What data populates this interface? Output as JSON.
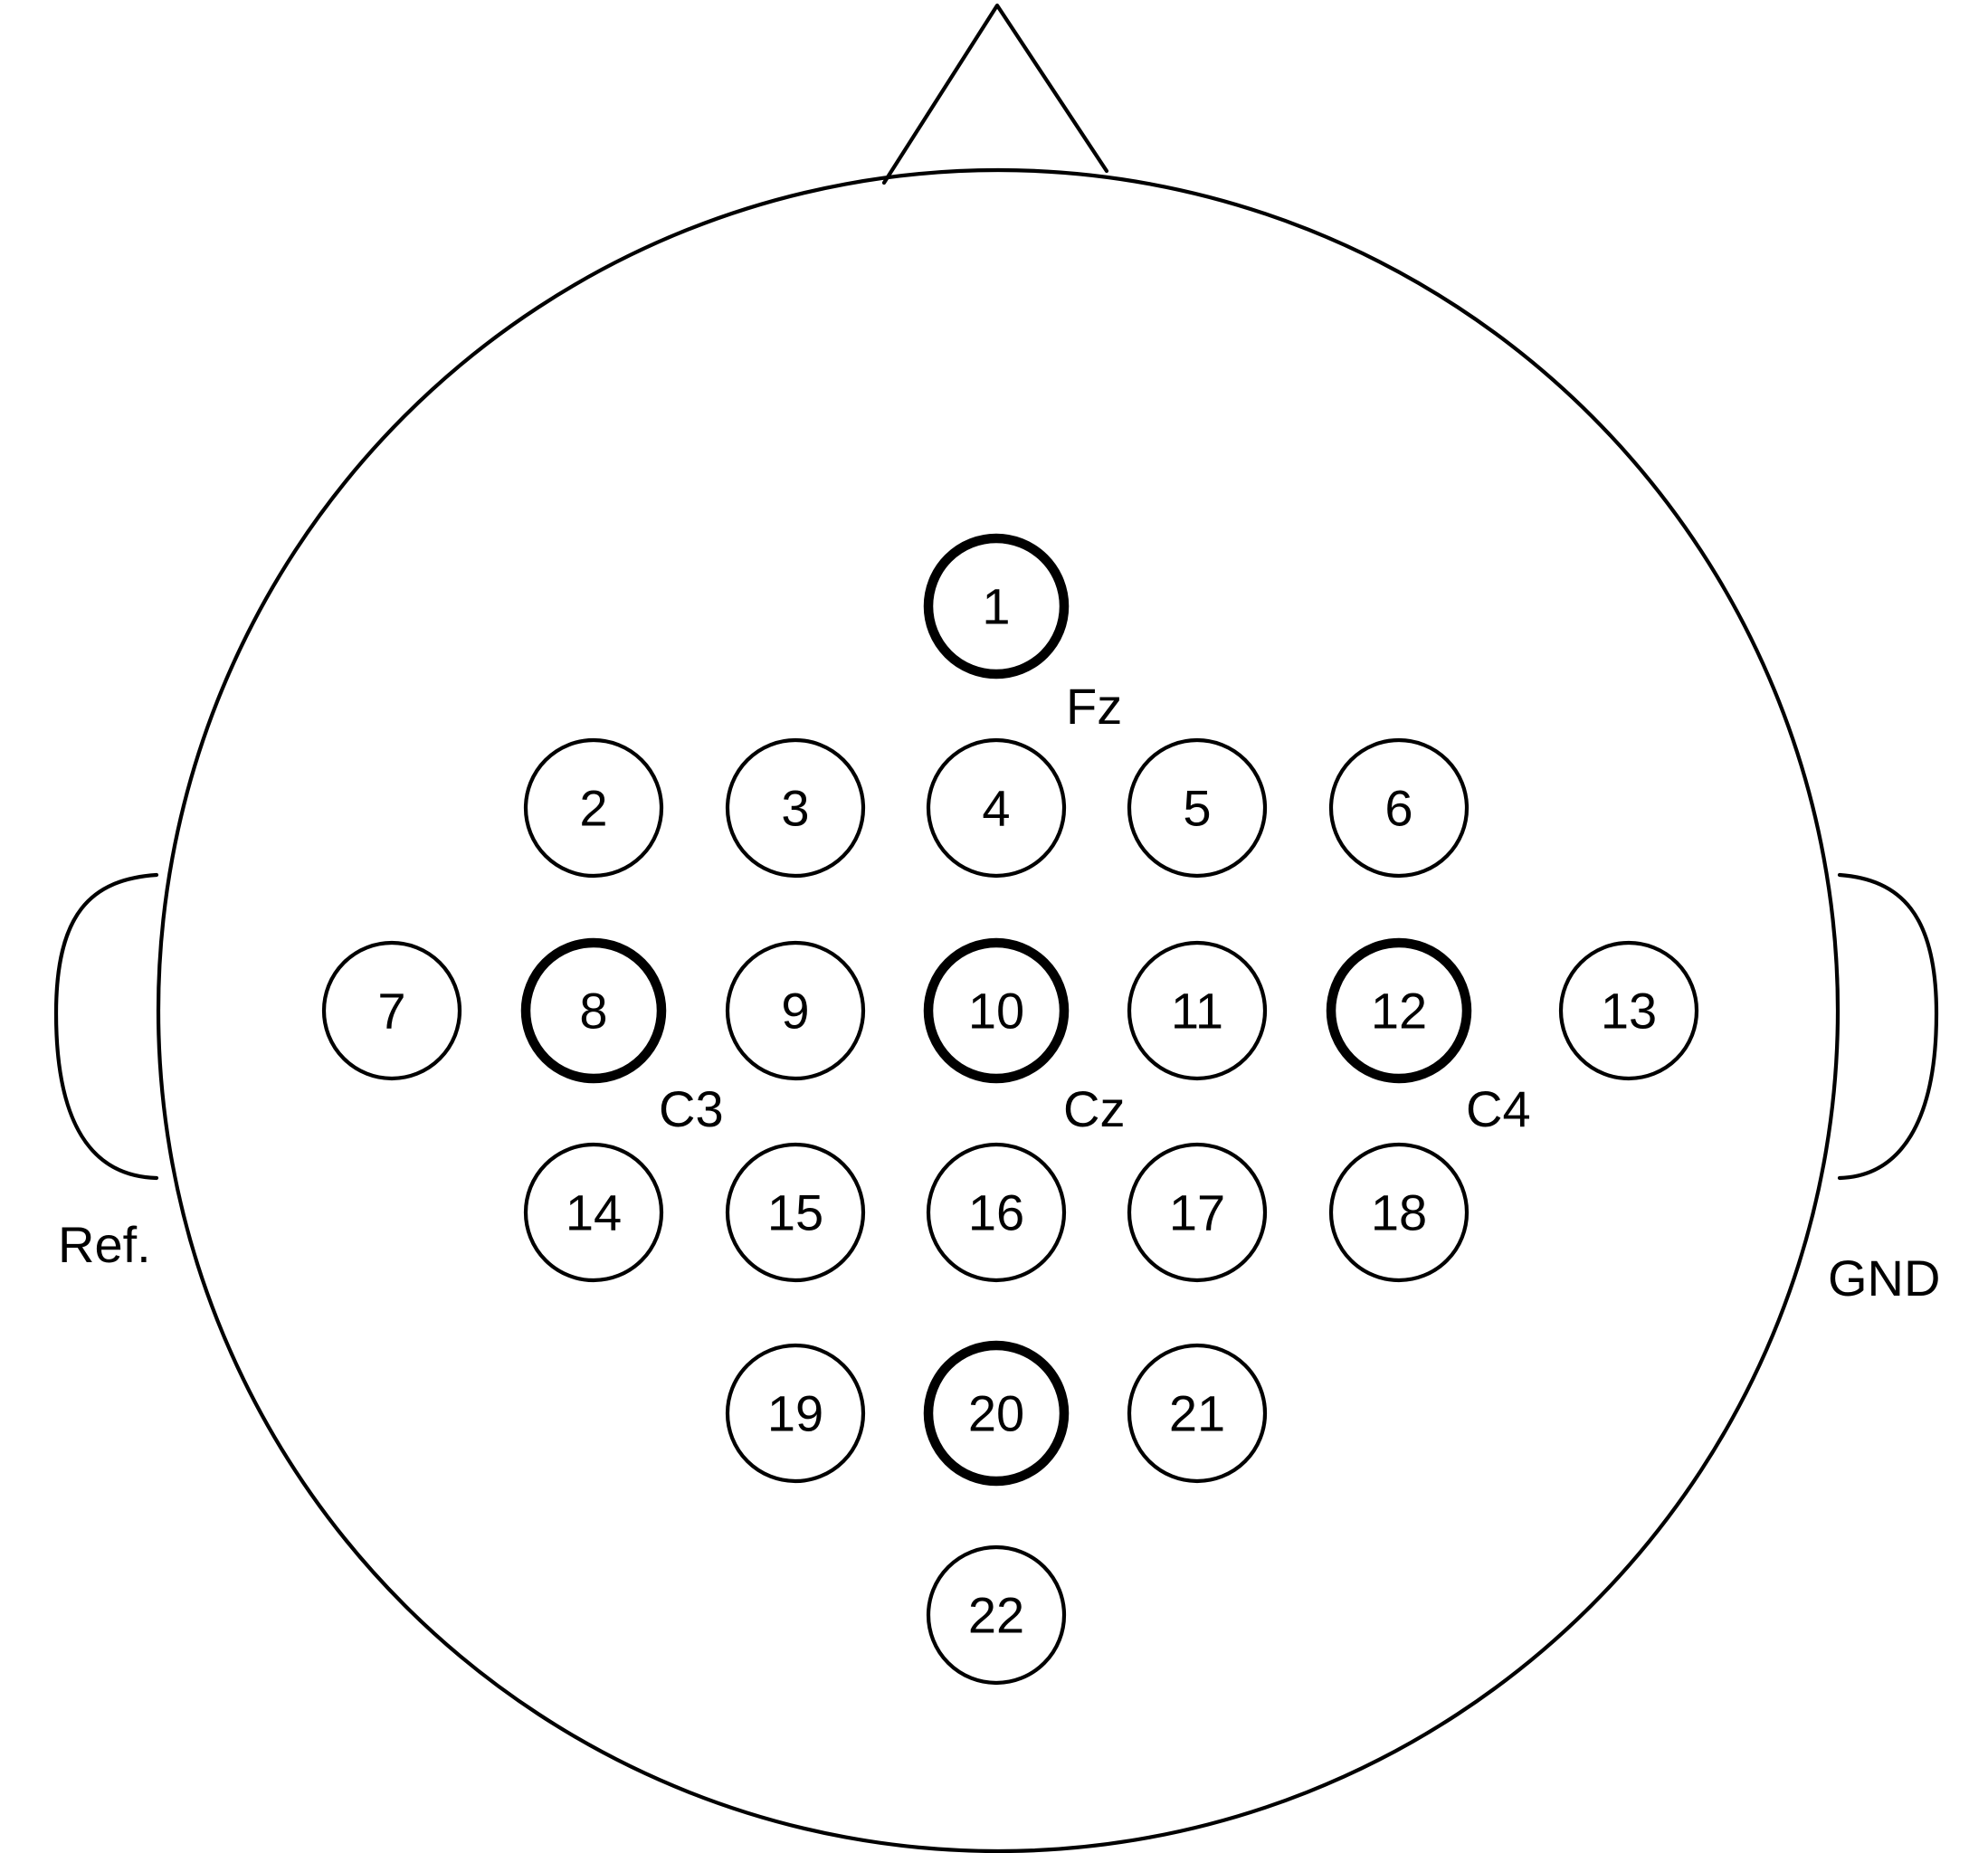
{
  "electrodes": [
    {
      "id": "1",
      "highlight": true
    },
    {
      "id": "2",
      "highlight": false
    },
    {
      "id": "3",
      "highlight": false
    },
    {
      "id": "4",
      "highlight": false
    },
    {
      "id": "5",
      "highlight": false
    },
    {
      "id": "6",
      "highlight": false
    },
    {
      "id": "7",
      "highlight": false
    },
    {
      "id": "8",
      "highlight": true
    },
    {
      "id": "9",
      "highlight": false
    },
    {
      "id": "10",
      "highlight": true
    },
    {
      "id": "11",
      "highlight": false
    },
    {
      "id": "12",
      "highlight": true
    },
    {
      "id": "13",
      "highlight": false
    },
    {
      "id": "14",
      "highlight": false
    },
    {
      "id": "15",
      "highlight": false
    },
    {
      "id": "16",
      "highlight": false
    },
    {
      "id": "17",
      "highlight": false
    },
    {
      "id": "18",
      "highlight": false
    },
    {
      "id": "19",
      "highlight": false
    },
    {
      "id": "20",
      "highlight": true
    },
    {
      "id": "21",
      "highlight": false
    },
    {
      "id": "22",
      "highlight": false
    }
  ],
  "position_labels": {
    "fz": "Fz",
    "c3": "C3",
    "cz": "Cz",
    "c4": "C4"
  },
  "ear_labels": {
    "ref": "Ref.",
    "gnd": "GND"
  }
}
